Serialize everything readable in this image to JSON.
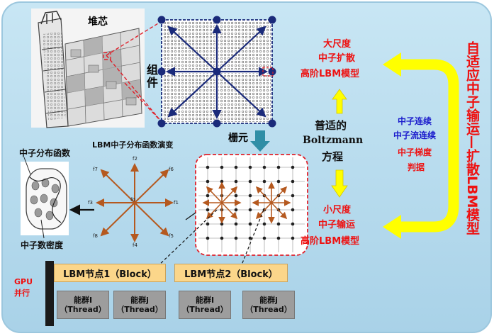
{
  "labels": {
    "core": "堆芯",
    "assembly": "组件",
    "lattice_cell": "栅元",
    "lbm_evolution": "LBM中子分布函数演变",
    "neutron_distribution": "中子分布函数",
    "neutron_density": "中子数密度",
    "gpu": "GPU",
    "parallel": "并行"
  },
  "large_scale": [
    "大尺度",
    "中子扩散",
    "高阶LBM模型"
  ],
  "small_scale": [
    "小尺度",
    "中子输运",
    "高阶LBM模型"
  ],
  "center": [
    "普适的",
    "Boltzmann",
    "方程"
  ],
  "criteria": [
    "中子连续",
    "中子流连续",
    "中子梯度",
    "判据"
  ],
  "vertical_title": "自适应中子输运—扩散LBM模型",
  "directions": [
    "f0",
    "f1",
    "f2",
    "f3",
    "f4",
    "f5",
    "f6",
    "f7",
    "f8"
  ],
  "blocks": [
    "LBM节点1（Block）",
    "LBM节点2（Block）"
  ],
  "threads": [
    {
      "line1": "能群I",
      "line2": "（Thread）"
    },
    {
      "line1": "能群j",
      "line2": "（Thread）"
    },
    {
      "line1": "能群I",
      "line2": "（Thread）"
    },
    {
      "line1": "能群j",
      "line2": "（Thread）"
    }
  ],
  "colors": {
    "panel": "#b8dcee",
    "red_text": "#ee1111",
    "blue_text": "#1a1acc",
    "yellow_arrow": "#ffff00",
    "arrow_brown": "#b5591f",
    "navy": "#1a2a7a",
    "block_fill": "#fbd68a",
    "thread_fill": "#9d9d9d"
  }
}
